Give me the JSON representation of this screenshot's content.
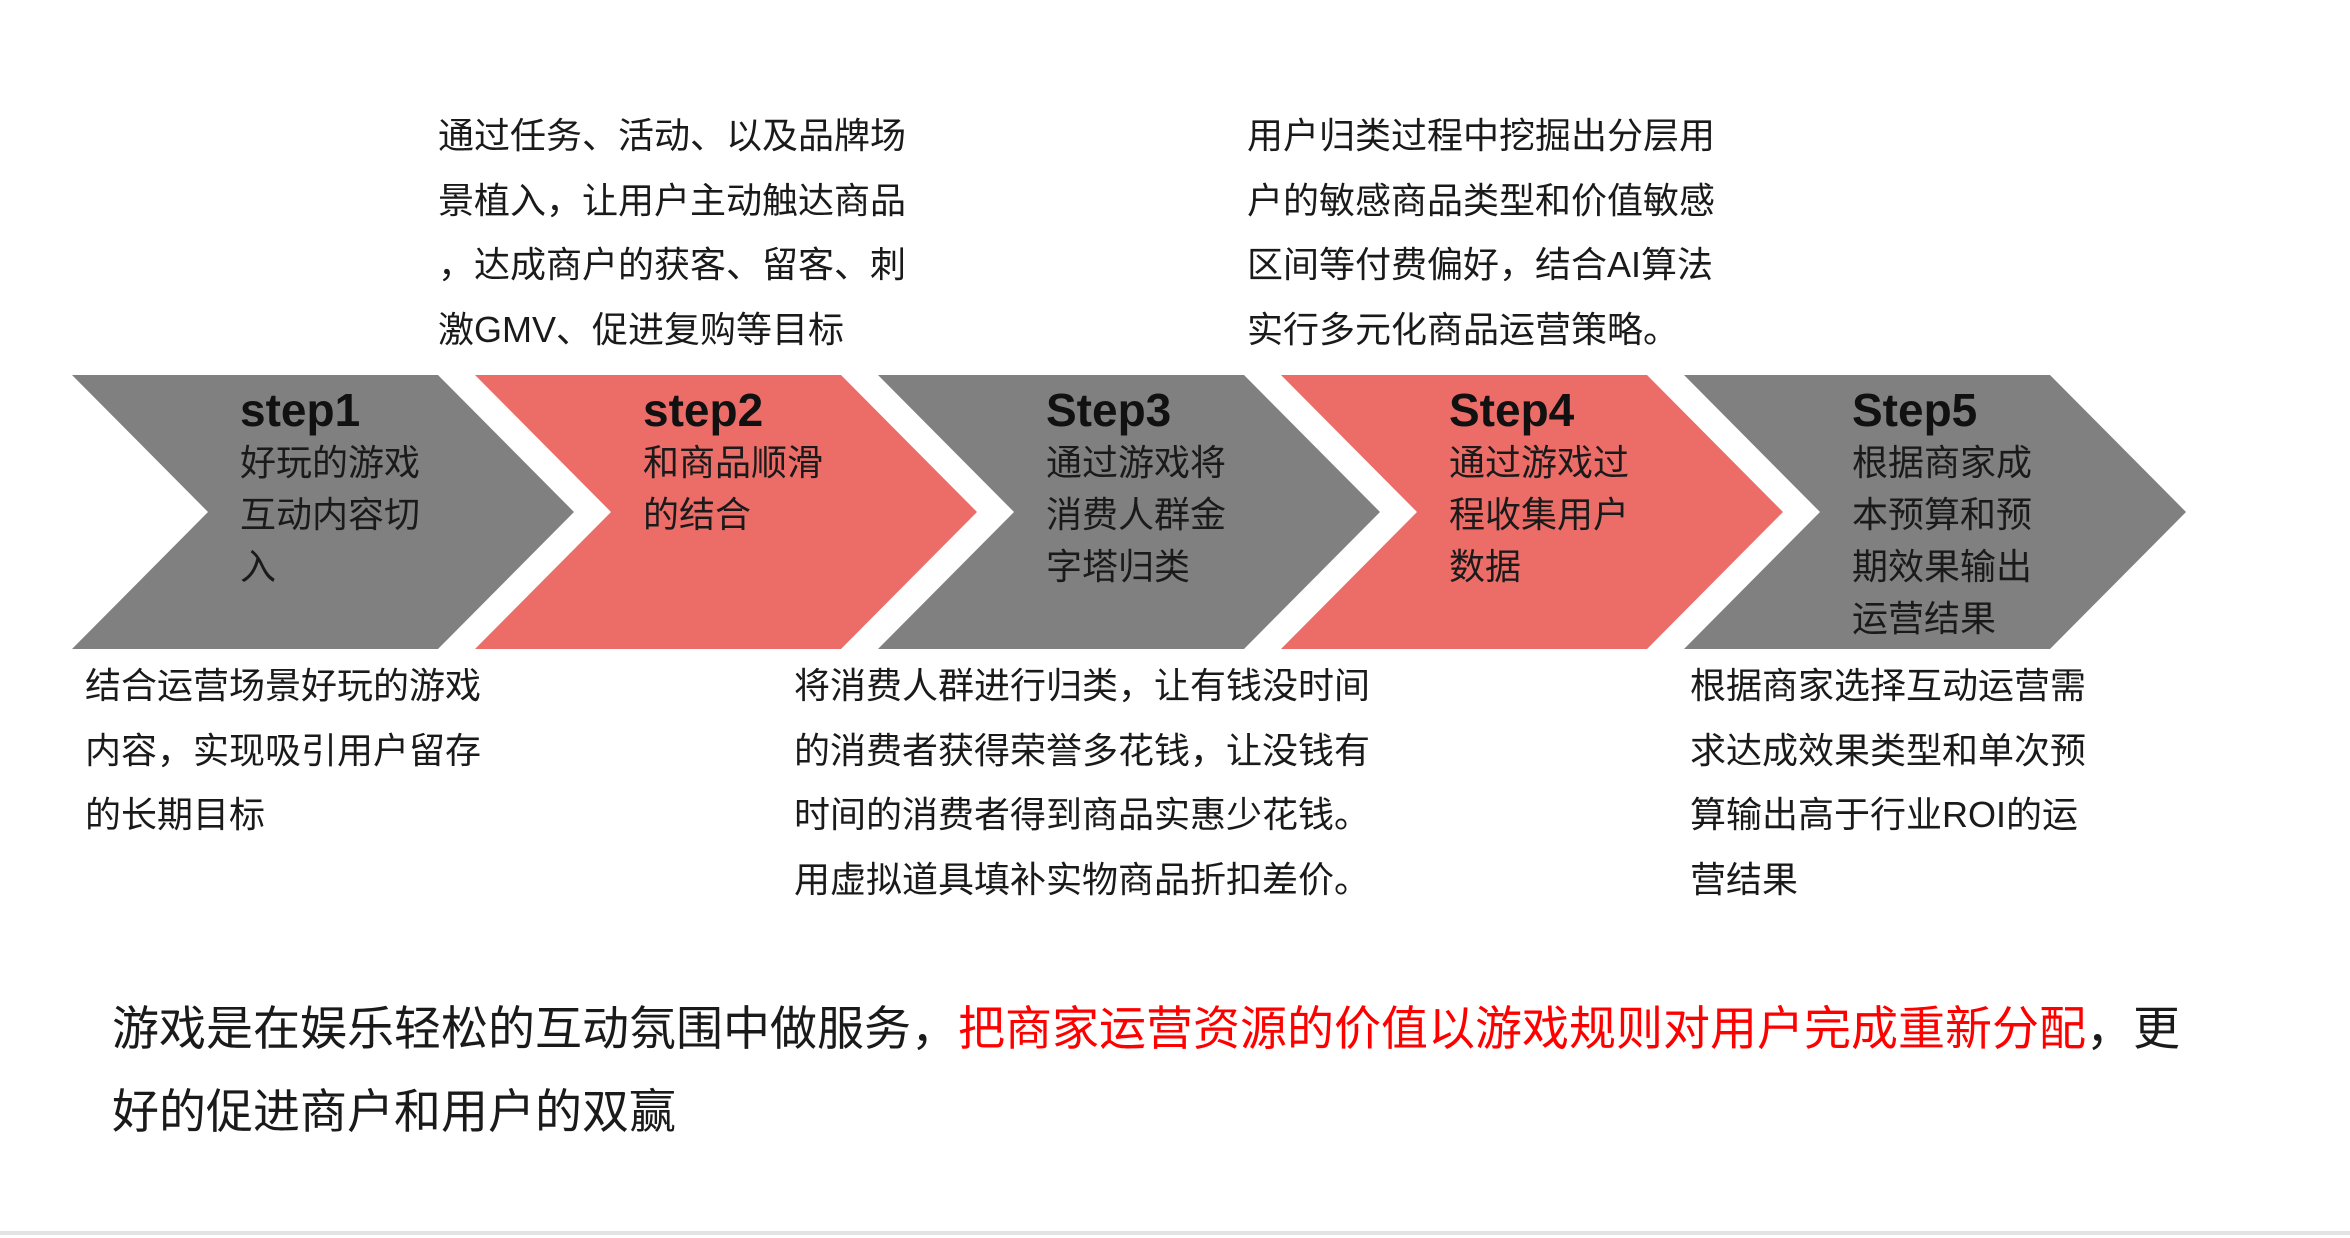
{
  "steps": [
    {
      "title": "step1",
      "fill": "#808080",
      "lines": [
        "好玩的游戏",
        "互动内容切",
        "入"
      ]
    },
    {
      "title": "step2",
      "fill": "#ec6c68",
      "lines": [
        "和商品顺滑",
        "的结合"
      ]
    },
    {
      "title": "Step3",
      "fill": "#808080",
      "lines": [
        "通过游戏将",
        "消费人群金",
        "字塔归类"
      ]
    },
    {
      "title": "Step4",
      "fill": "#ec6c68",
      "lines": [
        "通过游戏过",
        "程收集用户",
        "数据"
      ]
    },
    {
      "title": "Step5",
      "fill": "#808080",
      "lines": [
        "根据商家成",
        "本预算和预",
        "期效果输出",
        "运营结果"
      ]
    }
  ],
  "notes_above": {
    "step2": [
      "通过任务、活动、以及品牌场",
      "景植入，让用户主动触达商品",
      "，达成商户的获客、留客、刺",
      "激GMV、促进复购等目标"
    ],
    "step4": [
      "用户归类过程中挖掘出分层用",
      "户的敏感商品类型和价值敏感",
      "区间等付费偏好，结合AI算法",
      "实行多元化商品运营策略。"
    ]
  },
  "notes_below": {
    "step1": [
      "结合运营场景好玩的游戏",
      "内容，实现吸引用户留存",
      "的长期目标"
    ],
    "step3": [
      "将消费人群进行归类，让有钱没时间",
      "的消费者获得荣誉多花钱，让没钱有",
      "时间的消费者得到商品实惠少花钱。",
      "用虚拟道具填补实物商品折扣差价。"
    ],
    "step5": [
      "根据商家选择互动运营需",
      "求达成效果类型和单次预",
      "算输出高于行业ROI的运",
      "营结果"
    ]
  },
  "summary": {
    "lead": "游戏是在娱乐轻松的互动氛围中做服务，",
    "highlight": "把商家运营资源的价值以游戏规则对用户完成重新分配",
    "tail_line1": "，更",
    "line2": "好的促进商户和用户的双赢"
  },
  "colors": {
    "text": "#1a1a1a",
    "highlight": "#ff0000",
    "divider": "#e3e3e3"
  }
}
